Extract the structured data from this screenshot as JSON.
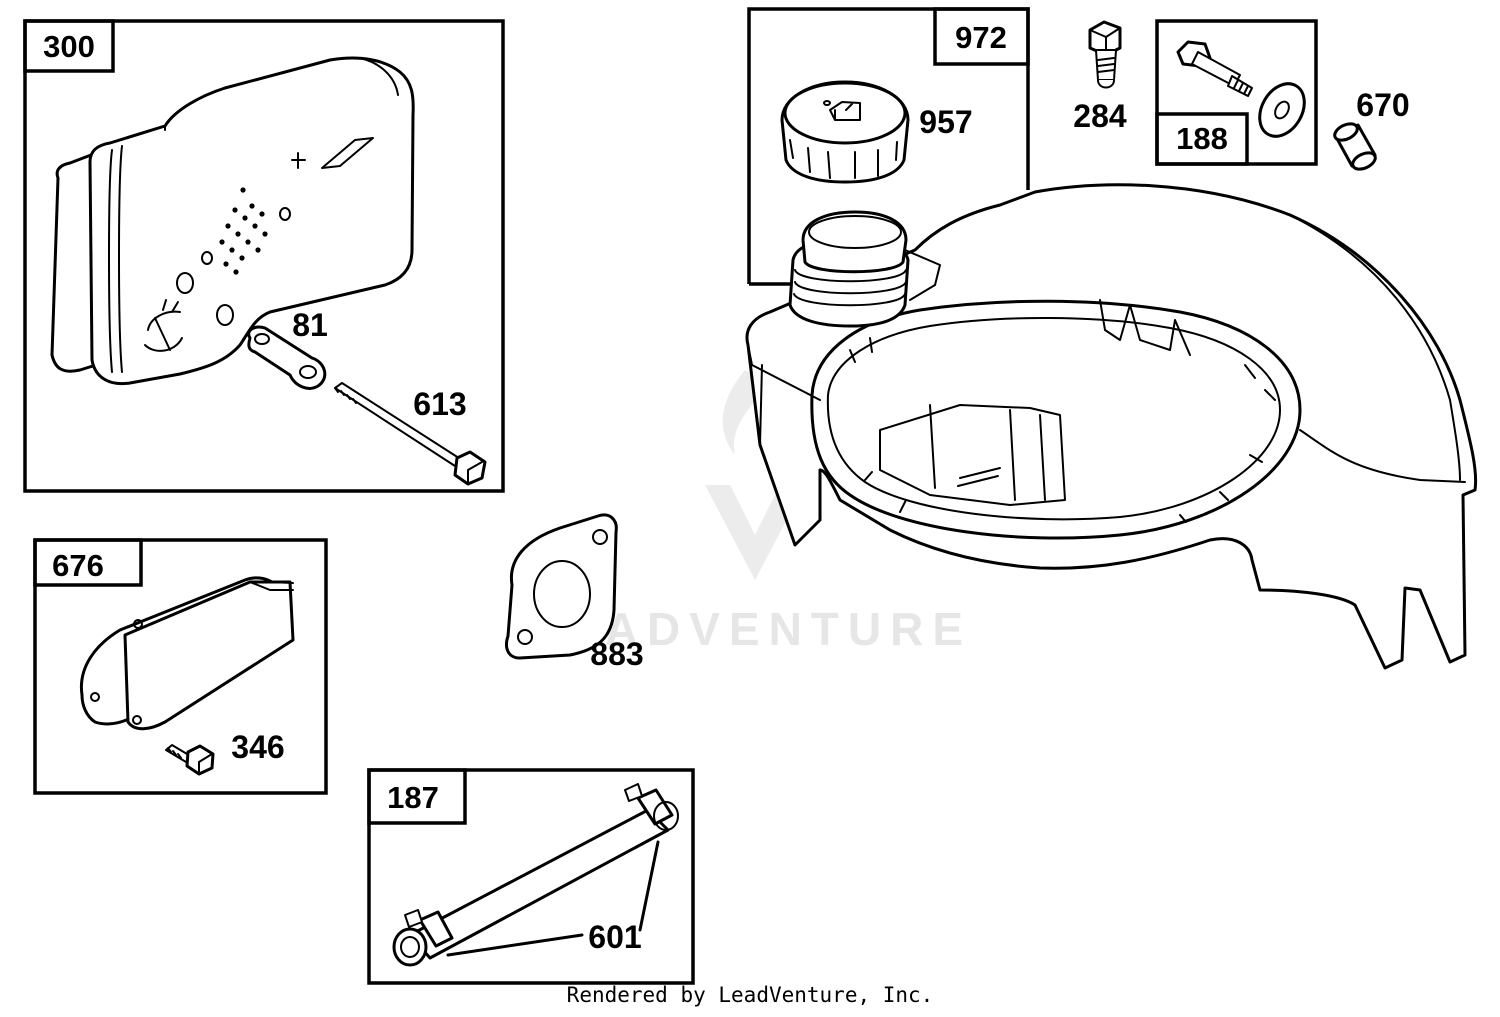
{
  "watermark": {
    "text": "LEADVENTURE"
  },
  "footer": {
    "credit": "Rendered by LeadVenture, Inc."
  },
  "kits": [
    {
      "id": "kit-300",
      "label": "300"
    },
    {
      "id": "kit-676",
      "label": "676"
    },
    {
      "id": "kit-187",
      "label": "187"
    },
    {
      "id": "kit-972",
      "label": "972"
    },
    {
      "id": "kit-188",
      "label": "188"
    }
  ],
  "parts": [
    {
      "id": "part-81",
      "label": "81"
    },
    {
      "id": "part-613",
      "label": "613"
    },
    {
      "id": "part-346",
      "label": "346"
    },
    {
      "id": "part-883",
      "label": "883"
    },
    {
      "id": "part-601",
      "label": "601"
    },
    {
      "id": "part-957",
      "label": "957"
    },
    {
      "id": "part-284",
      "label": "284"
    },
    {
      "id": "part-670",
      "label": "670"
    }
  ]
}
